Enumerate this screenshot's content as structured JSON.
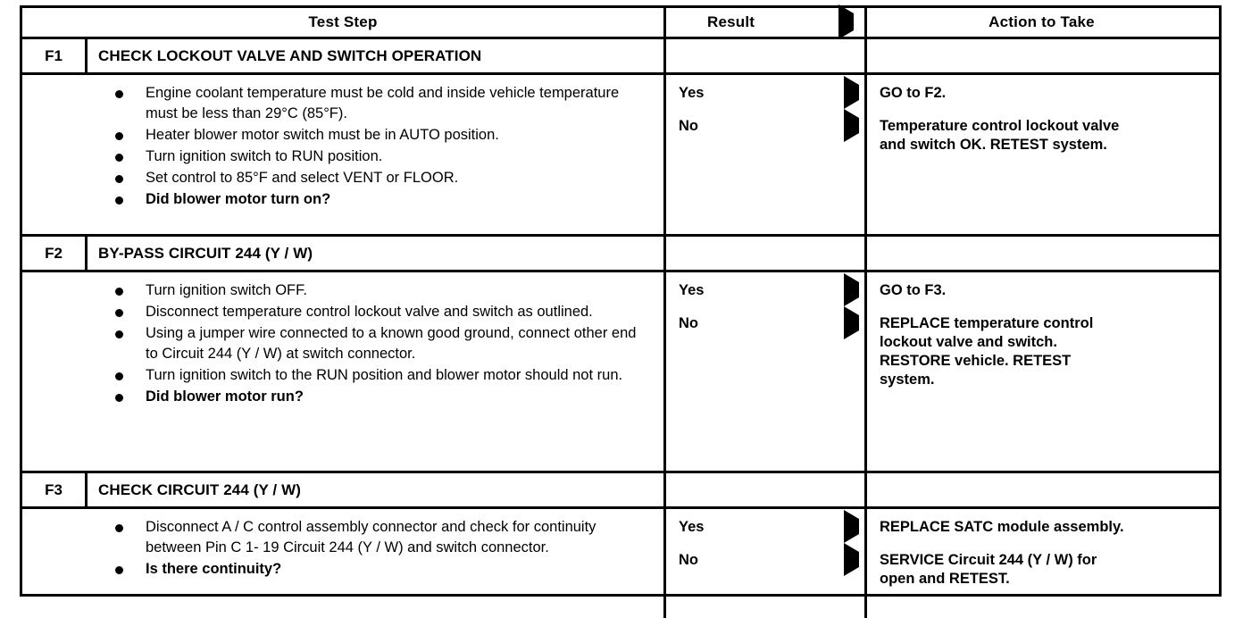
{
  "table": {
    "headers": {
      "test_step": "Test Step",
      "result": "Result",
      "action": "Action to Take",
      "result_arrow_icon": "right-triangle-icon"
    },
    "sections": [
      {
        "id": "F1",
        "title": "CHECK LOCKOUT VALVE AND SWITCH OPERATION",
        "steps": [
          {
            "text": "Engine coolant temperature must be cold and inside vehicle temperature must be less than 29°C (85°F).",
            "bold": false
          },
          {
            "text": "Heater blower motor switch must be in AUTO position.",
            "bold": false
          },
          {
            "text": "Turn ignition switch to RUN position.",
            "bold": false
          },
          {
            "text": "Set control to 85°F and select VENT or FLOOR.",
            "bold": false
          },
          {
            "text": "Did blower motor turn on?",
            "bold": true
          }
        ],
        "results": [
          {
            "label": "Yes",
            "arrow_icon": "right-triangle-icon"
          },
          {
            "label": "No",
            "arrow_icon": "right-triangle-icon"
          }
        ],
        "actions": [
          {
            "lines": [
              "GO to F2."
            ]
          },
          {
            "lines": [
              "Temperature control lockout valve",
              "and switch OK. RETEST system."
            ]
          }
        ]
      },
      {
        "id": "F2",
        "title": "BY-PASS CIRCUIT 244 (Y / W)",
        "steps": [
          {
            "text": "Turn ignition switch OFF.",
            "bold": false
          },
          {
            "text": "Disconnect temperature control lockout valve and switch as outlined.",
            "bold": false
          },
          {
            "text": "Using a jumper wire connected to a known good ground, connect other end to Circuit 244 (Y / W) at switch connector.",
            "bold": false
          },
          {
            "text": "Turn ignition switch to the RUN position and blower motor should not run.",
            "bold": false
          },
          {
            "text": "Did blower motor run?",
            "bold": true
          }
        ],
        "results": [
          {
            "label": "Yes",
            "arrow_icon": "right-triangle-icon"
          },
          {
            "label": "No",
            "arrow_icon": "right-triangle-icon"
          }
        ],
        "actions": [
          {
            "lines": [
              "GO to F3."
            ]
          },
          {
            "lines": [
              "REPLACE temperature control",
              "lockout valve and switch.",
              "RESTORE vehicle. RETEST",
              "system."
            ]
          }
        ]
      },
      {
        "id": "F3",
        "title": "CHECK CIRCUIT 244 (Y / W)",
        "steps": [
          {
            "text": "Disconnect A / C control assembly connector and check for continuity between Pin C 1- 19 Circuit 244 (Y / W) and switch connector.",
            "bold": false
          },
          {
            "text": "Is there continuity?",
            "bold": true
          }
        ],
        "results": [
          {
            "label": "Yes",
            "arrow_icon": "right-triangle-icon"
          },
          {
            "label": "No",
            "arrow_icon": "right-triangle-icon"
          }
        ],
        "actions": [
          {
            "lines": [
              "REPLACE SATC module assembly."
            ]
          },
          {
            "lines": [
              "SERVICE Circuit 244 (Y / W) for",
              "open and RETEST."
            ]
          }
        ]
      }
    ]
  },
  "colors": {
    "ink": "#000000",
    "paper": "#ffffff"
  }
}
